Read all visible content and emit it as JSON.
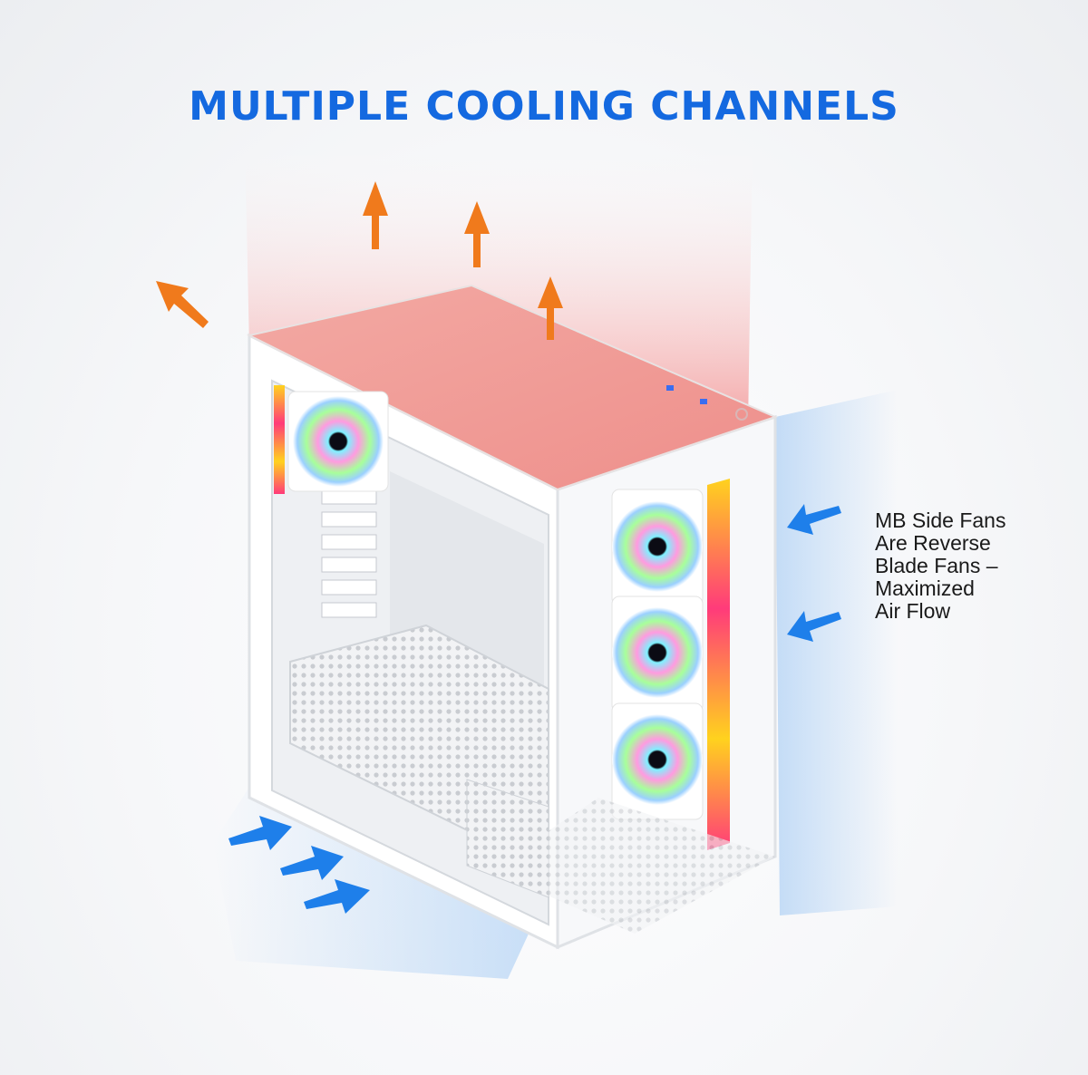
{
  "title": "MULTIPLE COOLING CHANNELS",
  "callout": {
    "lines": [
      "MB Side Fans",
      "Are Reverse",
      "Blade Fans –",
      "Maximized",
      "Air Flow"
    ]
  },
  "colors": {
    "title": "#1469e0",
    "hot_arrow": "#f07a1c",
    "cool_arrow": "#1e7fea",
    "heat_glow": "#f4a3a3",
    "intake_glow": "#b9d6f6"
  }
}
